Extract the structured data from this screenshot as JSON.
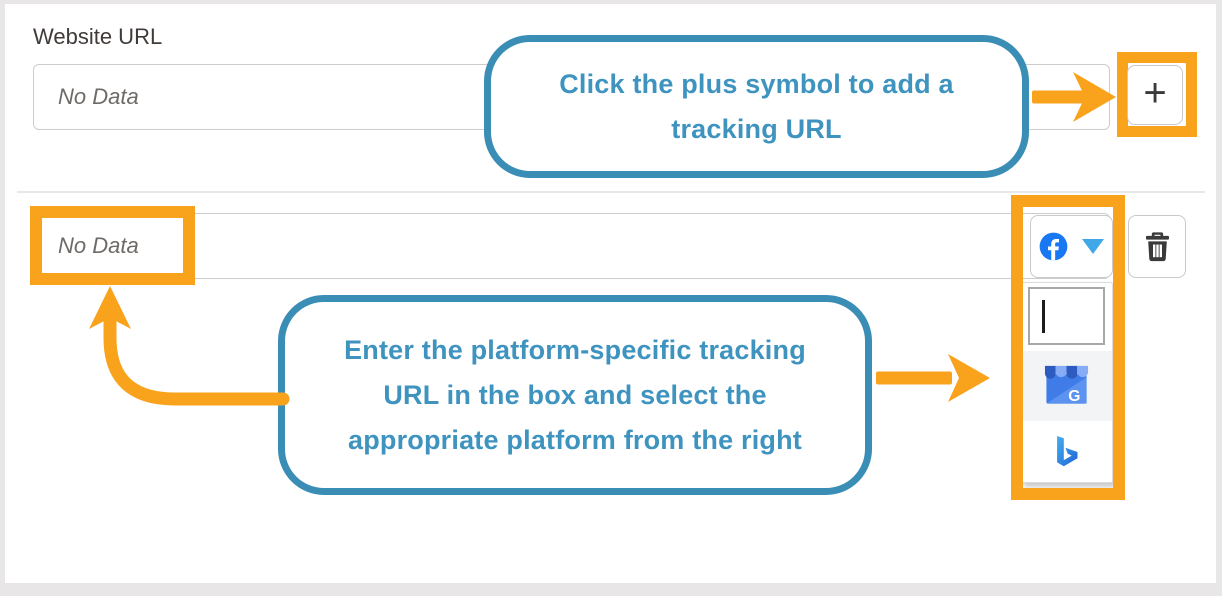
{
  "header": {
    "field_label": "Website URL"
  },
  "inputs": {
    "website_url": {
      "value": "",
      "placeholder": "No Data"
    },
    "tracking_url": {
      "value": "",
      "placeholder": "No Data"
    },
    "platform_search": {
      "value": "",
      "placeholder": ""
    }
  },
  "buttons": {
    "add_tracking_url": "+",
    "delete_icon": "trash-icon"
  },
  "platform_selector": {
    "selected": "Facebook",
    "selected_icon": "facebook-icon",
    "dropdown_caret_icon": "caret-down-icon",
    "options": [
      {
        "label": "Google My Business",
        "icon": "google-my-business-icon"
      },
      {
        "label": "Bing",
        "icon": "bing-icon"
      }
    ]
  },
  "callouts": {
    "plus": {
      "lines": [
        "Click the plus symbol to add a",
        "tracking URL"
      ]
    },
    "platform": {
      "lines": [
        "Enter the platform-specific tracking",
        "URL in the box and select the",
        "appropriate platform from the right"
      ]
    }
  },
  "colors": {
    "highlight_orange": "#F9A21C",
    "callout_border_blue": "#3A8DB5",
    "callout_text_blue": "#3E93BF",
    "facebook_blue": "#1877F2",
    "caret_blue": "#41A8E8",
    "icon_dark": "#3A3A3A",
    "input_border": "#CCCCCC",
    "divider": "#E8E8E8",
    "gmb_row_bg": "#F3F4F6"
  }
}
